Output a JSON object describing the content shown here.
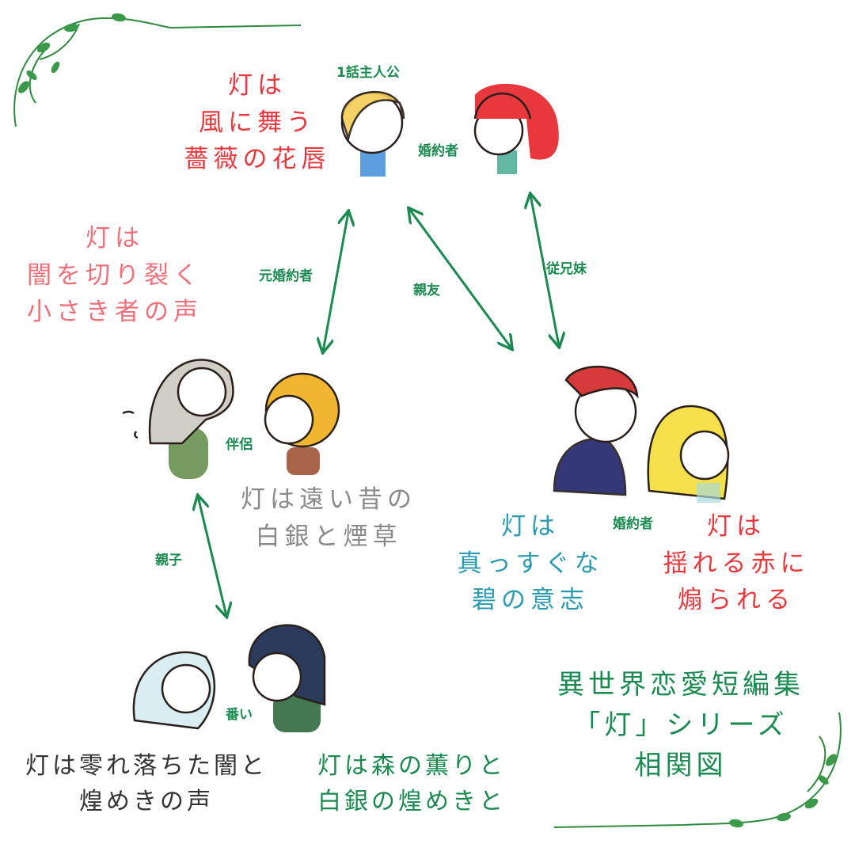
{
  "title": {
    "lines": [
      "異世界恋愛短編集",
      "「灯」シリーズ",
      "相関図"
    ]
  },
  "colors": {
    "green": "#1a8a50",
    "red": "#e8383d",
    "pink": "#f0707a",
    "grey": "#8a8a8a",
    "teal": "#2a9bb0",
    "dark": "#333333"
  },
  "phrases": {
    "top": [
      "灯は",
      "風に舞う",
      "薔薇の花唇"
    ],
    "left": [
      "灯は",
      "闇を切り裂く",
      "小さき者の声"
    ],
    "middle": [
      "灯は遠い昔の",
      "白銀と煙草"
    ],
    "right_blue": [
      "灯は",
      "真っすぐな",
      "碧の意志"
    ],
    "right_red": [
      "灯は",
      "揺れる赤に",
      "煽られる"
    ],
    "bottom_dark": [
      "灯は零れ落ちた闇と",
      "煌めきの声"
    ],
    "bottom_green": [
      "灯は森の薫りと",
      "白銀の煌めきと"
    ]
  },
  "relations": {
    "protagonist": "1話主人公",
    "fiance_top": "婚約者",
    "ex_fiance": "元婚約者",
    "best_friend": "親友",
    "cousins": "従兄妹",
    "spouse": "伴侶",
    "parent_child": "親子",
    "fiance_right": "婚約者",
    "mate": "番い"
  }
}
